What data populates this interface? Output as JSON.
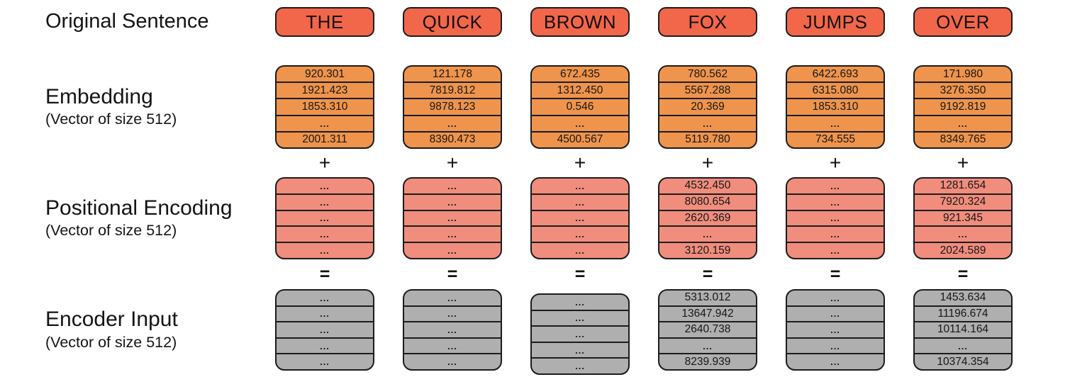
{
  "rows": {
    "original": {
      "label": "Original Sentence"
    },
    "embedding": {
      "label": "Embedding",
      "sublabel": "(Vector of size 512)"
    },
    "positional": {
      "label": "Positional Encoding",
      "sublabel": "(Vector of size 512)"
    },
    "encoder": {
      "label": "Encoder Input",
      "sublabel": "(Vector of size 512)"
    }
  },
  "operators": {
    "plus": "+",
    "equals": "="
  },
  "columns": [
    {
      "word": "THE",
      "embedding": [
        "920.301",
        "1921.423",
        "1853.310",
        "...",
        "2001.311"
      ],
      "positional": [
        "...",
        "...",
        "...",
        "...",
        "..."
      ],
      "encoder": [
        "...",
        "...",
        "...",
        "...",
        "..."
      ]
    },
    {
      "word": "QUICK",
      "embedding": [
        "121.178",
        "7819.812",
        "9878.123",
        "...",
        "8390.473"
      ],
      "positional": [
        "...",
        "...",
        "...",
        "...",
        "..."
      ],
      "encoder": [
        "...",
        "...",
        "...",
        "...",
        "..."
      ]
    },
    {
      "word": "BROWN",
      "embedding": [
        "672.435",
        "1312.450",
        "0.546",
        "...",
        "4500.567"
      ],
      "positional": [
        "...",
        "...",
        "...",
        "...",
        "..."
      ],
      "encoder": [
        "...",
        "...",
        "...",
        "...",
        "..."
      ]
    },
    {
      "word": "FOX",
      "embedding": [
        "780.562",
        "5567.288",
        "20.369",
        "...",
        "5119.780"
      ],
      "positional": [
        "4532.450",
        "8080.654",
        "2620.369",
        "...",
        "3120.159"
      ],
      "encoder": [
        "5313.012",
        "13647.942",
        "2640.738",
        "...",
        "8239.939"
      ]
    },
    {
      "word": "JUMPS",
      "embedding": [
        "6422.693",
        "6315.080",
        "1853.310",
        "...",
        "734.555"
      ],
      "positional": [
        "...",
        "...",
        "...",
        "...",
        "..."
      ],
      "encoder": [
        "...",
        "...",
        "...",
        "...",
        "..."
      ]
    },
    {
      "word": "OVER",
      "embedding": [
        "171.980",
        "3276.350",
        "9192.819",
        "...",
        "8349.765"
      ],
      "positional": [
        "1281.654",
        "7920.324",
        "921.345",
        "...",
        "2024.589"
      ],
      "encoder": [
        "1453.634",
        "11196.674",
        "10114.164",
        "...",
        "10374.354"
      ]
    }
  ],
  "colors": {
    "word_box": "#F2664A",
    "embedding_box": "#EF944C",
    "positional_box": "#F08D7D",
    "encoder_box": "#AFAFAF",
    "border": "#1C1C1C",
    "background": "#FFFFFF",
    "text": "#161616"
  }
}
